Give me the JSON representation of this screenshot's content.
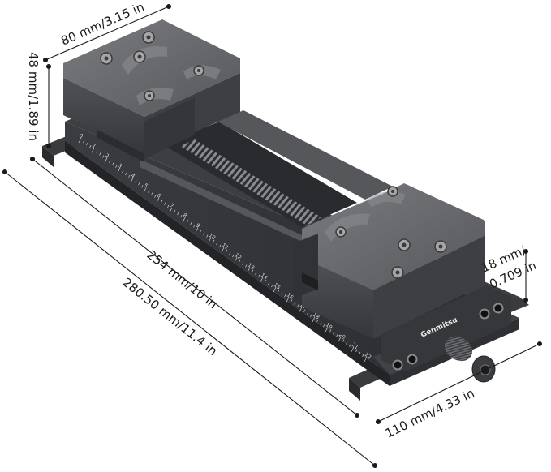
{
  "dimensions": {
    "width_top": "80 mm/3.15 in",
    "height_jaw": "48 mm/1.89 in",
    "jaw_span": "254 mm/10 in",
    "total_length": "280.50 mm/11.4 in",
    "base_height_line1": "18 mm/",
    "base_height_line2": "0.709 in",
    "base_width": "110 mm/4.33 in"
  },
  "brand": "Genmitsu",
  "ruler": {
    "labels": [
      "0",
      "1",
      "2",
      "3",
      "4",
      "5",
      "6",
      "7",
      "8",
      "9",
      "10",
      "11",
      "12",
      "13",
      "14",
      "15",
      "16",
      "17",
      "18",
      "19",
      "20",
      "21",
      "22"
    ]
  },
  "colors": {
    "metal_top": "#6a6c70",
    "metal_side": "#4a4c50",
    "metal_dark": "#2e3033",
    "screw": "#9a9a9a"
  }
}
